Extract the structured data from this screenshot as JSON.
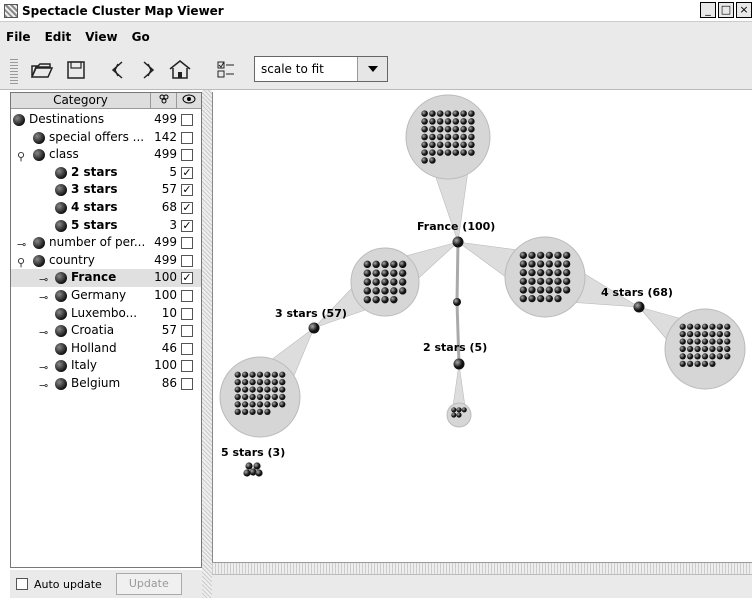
{
  "window": {
    "title": "Spectacle Cluster Map Viewer"
  },
  "menu": [
    "File",
    "Edit",
    "View",
    "Go"
  ],
  "toolbar": {
    "scale_value": "scale to fit"
  },
  "table": {
    "header_category": "Category",
    "rows": [
      {
        "label": "Destinations",
        "count": "499",
        "checked": false,
        "bold": false,
        "indent": 0,
        "handle": ""
      },
      {
        "label": "special offers ...",
        "count": "142",
        "checked": false,
        "bold": false,
        "indent": 1,
        "handle": ""
      },
      {
        "label": "class",
        "count": "499",
        "checked": false,
        "bold": false,
        "indent": 1,
        "handle": "pin"
      },
      {
        "label": "2 stars",
        "count": "5",
        "checked": true,
        "bold": true,
        "indent": 2,
        "handle": ""
      },
      {
        "label": "3 stars",
        "count": "57",
        "checked": true,
        "bold": true,
        "indent": 2,
        "handle": ""
      },
      {
        "label": "4 stars",
        "count": "68",
        "checked": true,
        "bold": true,
        "indent": 2,
        "handle": ""
      },
      {
        "label": "5 stars",
        "count": "3",
        "checked": true,
        "bold": true,
        "indent": 2,
        "handle": ""
      },
      {
        "label": "number of per...",
        "count": "499",
        "checked": false,
        "bold": false,
        "indent": 1,
        "handle": "key"
      },
      {
        "label": "country",
        "count": "499",
        "checked": false,
        "bold": false,
        "indent": 1,
        "handle": "pin"
      },
      {
        "label": "France",
        "count": "100",
        "checked": true,
        "bold": true,
        "indent": 2,
        "handle": "key",
        "selected": true
      },
      {
        "label": "Germany",
        "count": "100",
        "checked": false,
        "bold": false,
        "indent": 2,
        "handle": "key"
      },
      {
        "label": "Luxembo...",
        "count": "10",
        "checked": false,
        "bold": false,
        "indent": 2,
        "handle": ""
      },
      {
        "label": "Croatia",
        "count": "57",
        "checked": false,
        "bold": false,
        "indent": 2,
        "handle": "key"
      },
      {
        "label": "Holland",
        "count": "46",
        "checked": false,
        "bold": false,
        "indent": 2,
        "handle": ""
      },
      {
        "label": "Italy",
        "count": "100",
        "checked": false,
        "bold": false,
        "indent": 2,
        "handle": "key"
      },
      {
        "label": "Belgium",
        "count": "86",
        "checked": false,
        "bold": false,
        "indent": 2,
        "handle": "key"
      }
    ]
  },
  "bottom": {
    "auto_update_label": "Auto update",
    "update_button": "Update"
  },
  "map": {
    "labels": {
      "france": "France (100)",
      "three_stars": "3 stars (57)",
      "four_stars": "4 stars (68)",
      "two_stars": "2 stars (5)",
      "five_stars": "5 stars (3)"
    }
  }
}
